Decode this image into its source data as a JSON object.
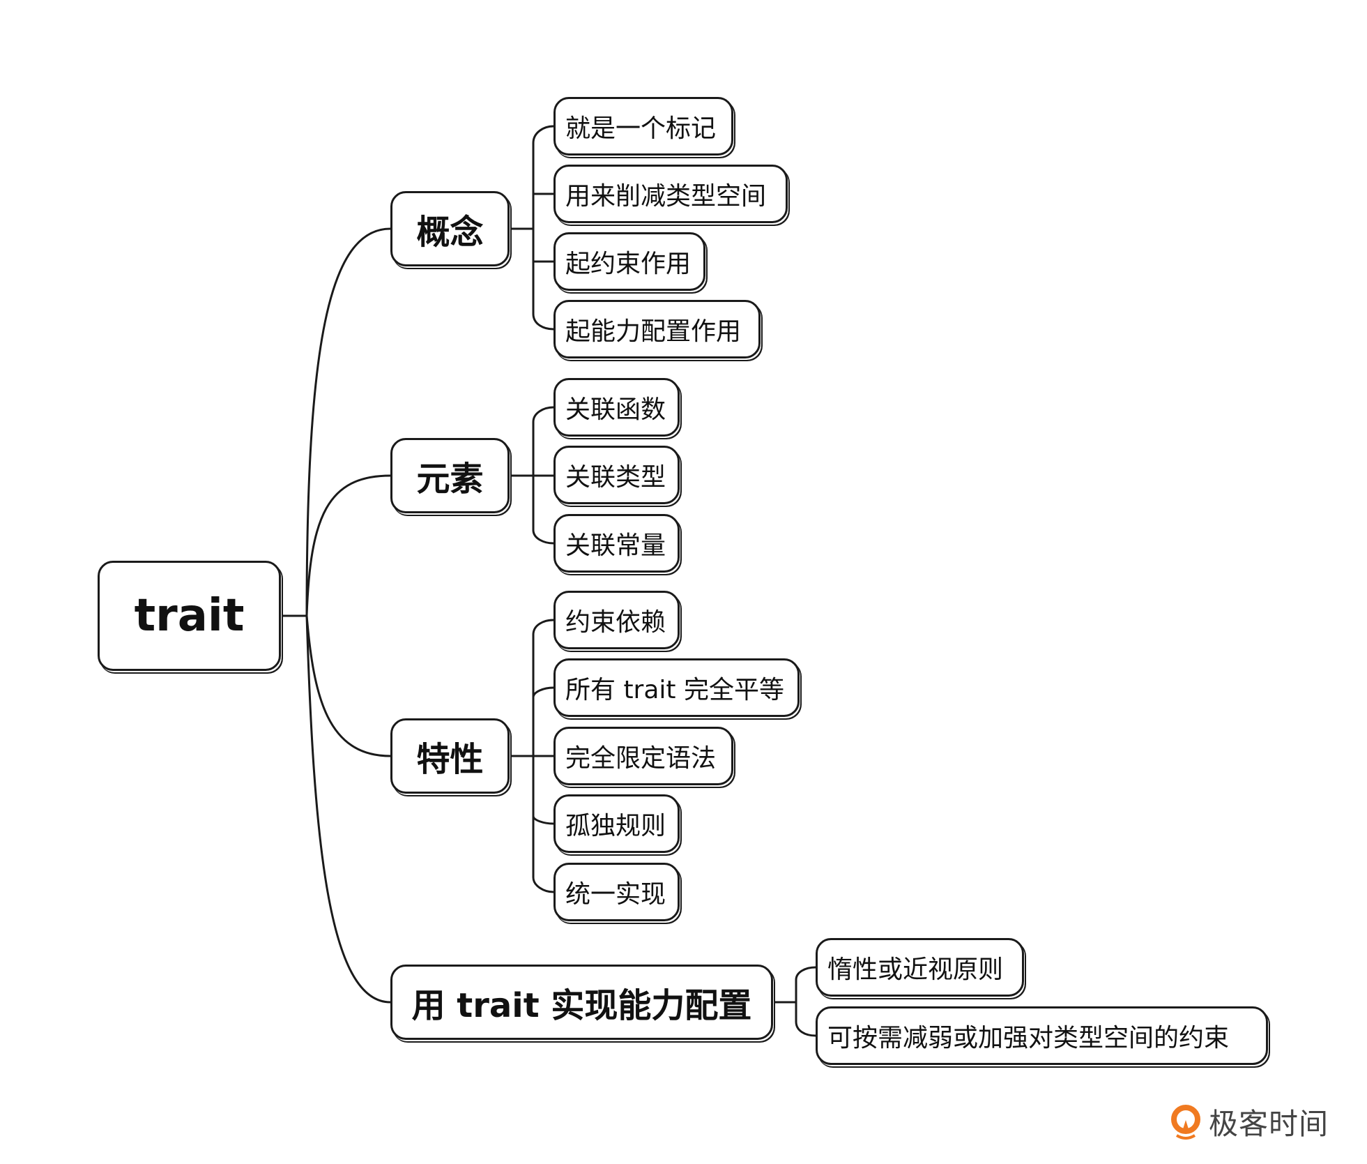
{
  "root": {
    "label": "trait"
  },
  "branches": [
    {
      "label": "概念",
      "children": [
        "就是一个标记",
        "用来削减类型空间",
        "起约束作用",
        "起能力配置作用"
      ]
    },
    {
      "label": "元素",
      "children": [
        "关联函数",
        "关联类型",
        "关联常量"
      ]
    },
    {
      "label": "特性",
      "children": [
        "约束依赖",
        "所有 trait 完全平等",
        "完全限定语法",
        "孤独规则",
        "统一实现"
      ]
    },
    {
      "label": "用 trait 实现能力配置",
      "children": [
        "惰性或近视原则",
        "可按需减弱或加强对类型空间的约束"
      ]
    }
  ],
  "logo": {
    "text": "极客时间",
    "color": "#f07a21"
  }
}
